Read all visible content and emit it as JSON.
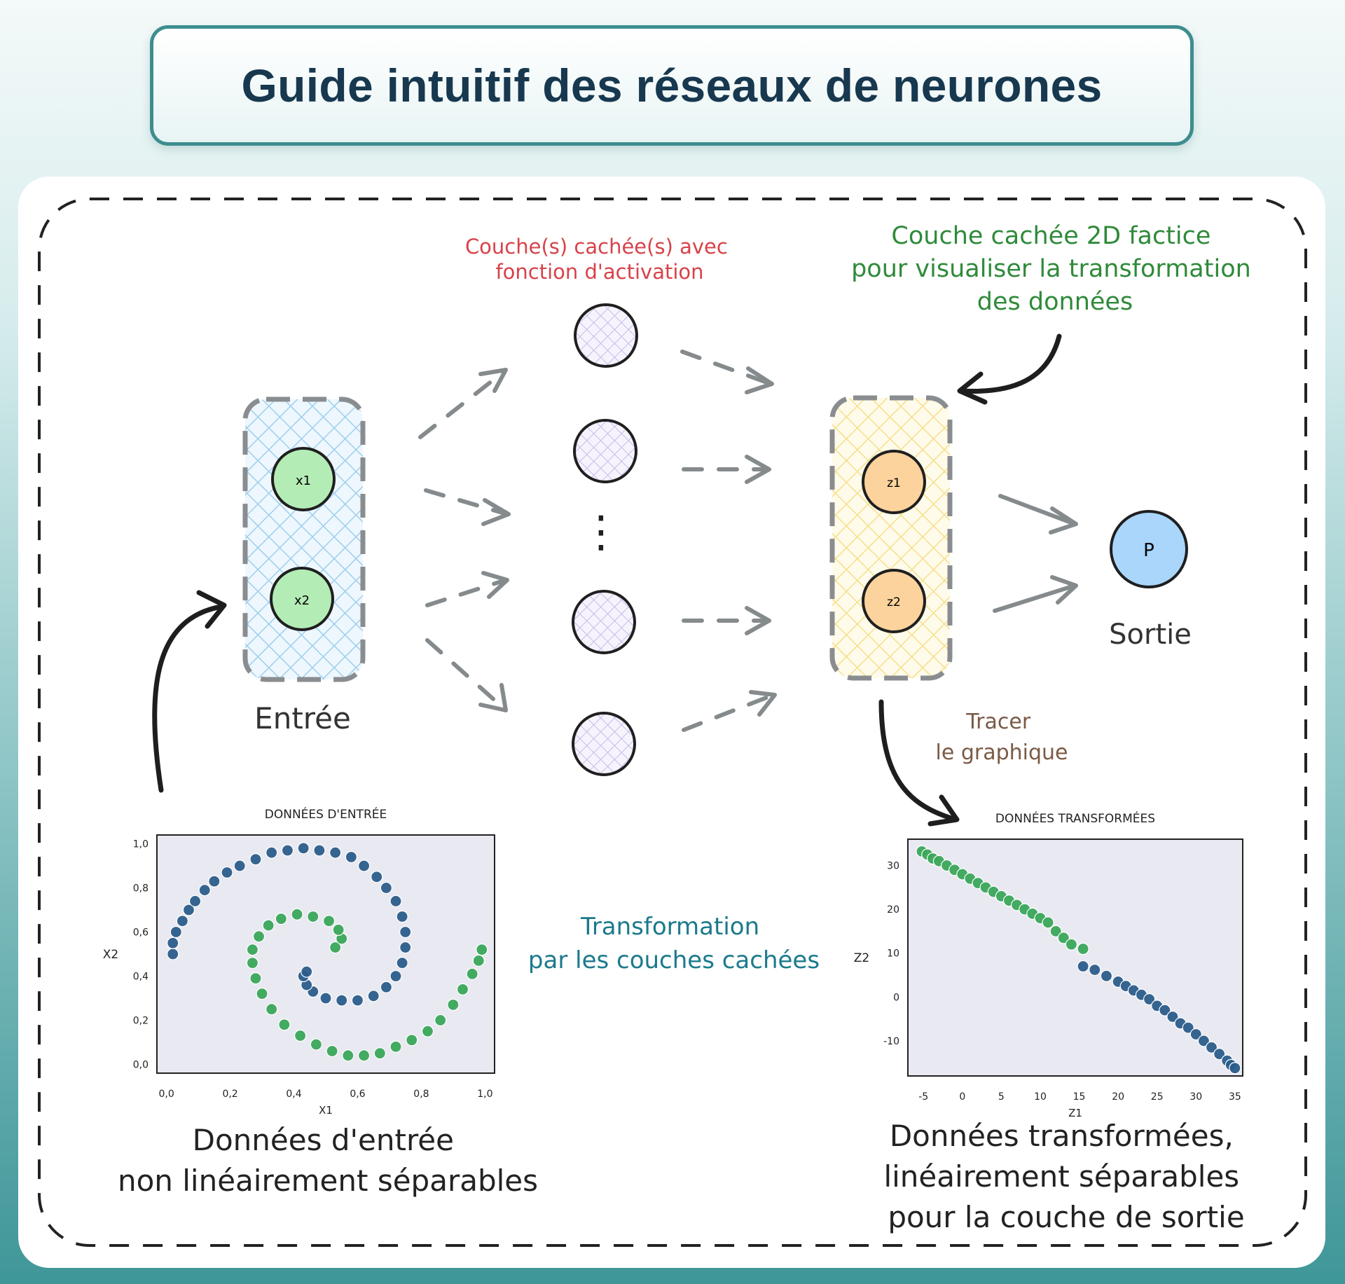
{
  "title": "Guide intuitif des réseaux de neurones",
  "labels": {
    "hidden_layers": [
      "Couche(s) cachée(s) avec",
      "fonction d'activation"
    ],
    "fake_2d_layer": [
      "Couche cachée 2D factice",
      "pour visualiser la transformation",
      "des données"
    ],
    "input": "Entrée",
    "output": "Sortie",
    "plot_note": [
      "Tracer",
      "le graphique"
    ],
    "transformation": [
      "Transformation",
      "par les couches cachées"
    ],
    "input_caption": [
      "Données d'entrée",
      "non linéairement séparables"
    ],
    "output_caption": [
      "Données transformées,",
      "linéairement séparables",
      "pour la couche de sortie"
    ]
  },
  "nodes": {
    "inputs": [
      "x1",
      "x2"
    ],
    "latent": [
      "z1",
      "z2"
    ],
    "output": "P",
    "hidden_ellipsis": "⋮"
  },
  "colors": {
    "input_node": "#b4ecb6",
    "hidden_node": "#ece8f8",
    "latent_node": "#fcd39c",
    "output_node": "#a9d6fa",
    "hidden_label": "#d8424a",
    "latent_label": "#2f8a3a",
    "transform_label": "#1b7a8c",
    "plot_note": "#7a5a45",
    "class_blue": "#2b5d8a",
    "class_green": "#3aa65a"
  },
  "chart_data": [
    {
      "type": "scatter",
      "title": "DONNÉES D'ENTRÉE",
      "xlabel": "X1",
      "ylabel": "X2",
      "xlim": [
        -0.03,
        1.03
      ],
      "ylim": [
        -0.04,
        1.04
      ],
      "xticks": [
        "0,0",
        "0,2",
        "0,4",
        "0,6",
        "0,8",
        "1,0"
      ],
      "yticks": [
        "0,0",
        "0,2",
        "0,4",
        "0,6",
        "0,8",
        "1,0"
      ],
      "series": [
        {
          "color": "#2b5d8a",
          "points": [
            [
              0.02,
              0.5
            ],
            [
              0.02,
              0.55
            ],
            [
              0.03,
              0.6
            ],
            [
              0.05,
              0.65
            ],
            [
              0.07,
              0.7
            ],
            [
              0.09,
              0.74
            ],
            [
              0.12,
              0.79
            ],
            [
              0.15,
              0.83
            ],
            [
              0.19,
              0.87
            ],
            [
              0.23,
              0.9
            ],
            [
              0.28,
              0.93
            ],
            [
              0.33,
              0.96
            ],
            [
              0.38,
              0.97
            ],
            [
              0.43,
              0.98
            ],
            [
              0.48,
              0.97
            ],
            [
              0.53,
              0.96
            ],
            [
              0.58,
              0.94
            ],
            [
              0.62,
              0.9
            ],
            [
              0.66,
              0.85
            ],
            [
              0.69,
              0.8
            ],
            [
              0.72,
              0.74
            ],
            [
              0.74,
              0.67
            ],
            [
              0.75,
              0.6
            ],
            [
              0.75,
              0.53
            ],
            [
              0.74,
              0.46
            ],
            [
              0.72,
              0.4
            ],
            [
              0.69,
              0.35
            ],
            [
              0.65,
              0.31
            ],
            [
              0.6,
              0.29
            ],
            [
              0.55,
              0.29
            ],
            [
              0.5,
              0.3
            ],
            [
              0.46,
              0.33
            ],
            [
              0.44,
              0.36
            ],
            [
              0.43,
              0.4
            ],
            [
              0.44,
              0.42
            ]
          ]
        },
        {
          "color": "#3aa65a",
          "points": [
            [
              0.53,
              0.53
            ],
            [
              0.55,
              0.57
            ],
            [
              0.54,
              0.61
            ],
            [
              0.51,
              0.65
            ],
            [
              0.46,
              0.67
            ],
            [
              0.41,
              0.68
            ],
            [
              0.36,
              0.66
            ],
            [
              0.32,
              0.63
            ],
            [
              0.29,
              0.58
            ],
            [
              0.27,
              0.52
            ],
            [
              0.27,
              0.46
            ],
            [
              0.28,
              0.39
            ],
            [
              0.3,
              0.32
            ],
            [
              0.33,
              0.25
            ],
            [
              0.37,
              0.18
            ],
            [
              0.42,
              0.13
            ],
            [
              0.47,
              0.09
            ],
            [
              0.52,
              0.06
            ],
            [
              0.57,
              0.04
            ],
            [
              0.62,
              0.04
            ],
            [
              0.67,
              0.05
            ],
            [
              0.72,
              0.08
            ],
            [
              0.77,
              0.11
            ],
            [
              0.82,
              0.15
            ],
            [
              0.86,
              0.2
            ],
            [
              0.9,
              0.27
            ],
            [
              0.93,
              0.34
            ],
            [
              0.96,
              0.41
            ],
            [
              0.98,
              0.47
            ],
            [
              0.99,
              0.52
            ]
          ]
        }
      ]
    },
    {
      "type": "scatter",
      "title": "DONNÉES TRANSFORMÉES",
      "xlabel": "Z1",
      "ylabel": "Z2",
      "xlim": [
        -7,
        36
      ],
      "ylim": [
        -18,
        36
      ],
      "xticks": [
        "-5",
        "0",
        "5",
        "10",
        "15",
        "20",
        "25",
        "30",
        "35"
      ],
      "yticks": [
        "30",
        "20",
        "10",
        "0",
        "-10"
      ],
      "series": [
        {
          "color": "#3aa65a",
          "points": [
            [
              -5.2,
              33.2
            ],
            [
              -4.5,
              32.5
            ],
            [
              -3.8,
              31.6
            ],
            [
              -3,
              31
            ],
            [
              -2,
              30
            ],
            [
              -1,
              29
            ],
            [
              0,
              28
            ],
            [
              1,
              27
            ],
            [
              2,
              26
            ],
            [
              3,
              25
            ],
            [
              4,
              24
            ],
            [
              5,
              23
            ],
            [
              6,
              22
            ],
            [
              7,
              21
            ],
            [
              8,
              20
            ],
            [
              9,
              19
            ],
            [
              10,
              18
            ],
            [
              11,
              17
            ],
            [
              12,
              15
            ],
            [
              13,
              13.5
            ],
            [
              14,
              12
            ],
            [
              15.5,
              11
            ]
          ]
        },
        {
          "color": "#2b5d8a",
          "points": [
            [
              15.5,
              7
            ],
            [
              17,
              6.2
            ],
            [
              18.5,
              4.8
            ],
            [
              20,
              3.5
            ],
            [
              21,
              2.5
            ],
            [
              22,
              1.5
            ],
            [
              23,
              0.5
            ],
            [
              24,
              -0.5
            ],
            [
              25,
              -2
            ],
            [
              26,
              -3
            ],
            [
              27,
              -4.5
            ],
            [
              28,
              -6
            ],
            [
              29,
              -7
            ],
            [
              30,
              -8.5
            ],
            [
              31,
              -10
            ],
            [
              32,
              -11.5
            ],
            [
              33,
              -13
            ],
            [
              34,
              -14.5
            ],
            [
              34.5,
              -15.5
            ],
            [
              35,
              -16.2
            ]
          ]
        }
      ]
    }
  ]
}
